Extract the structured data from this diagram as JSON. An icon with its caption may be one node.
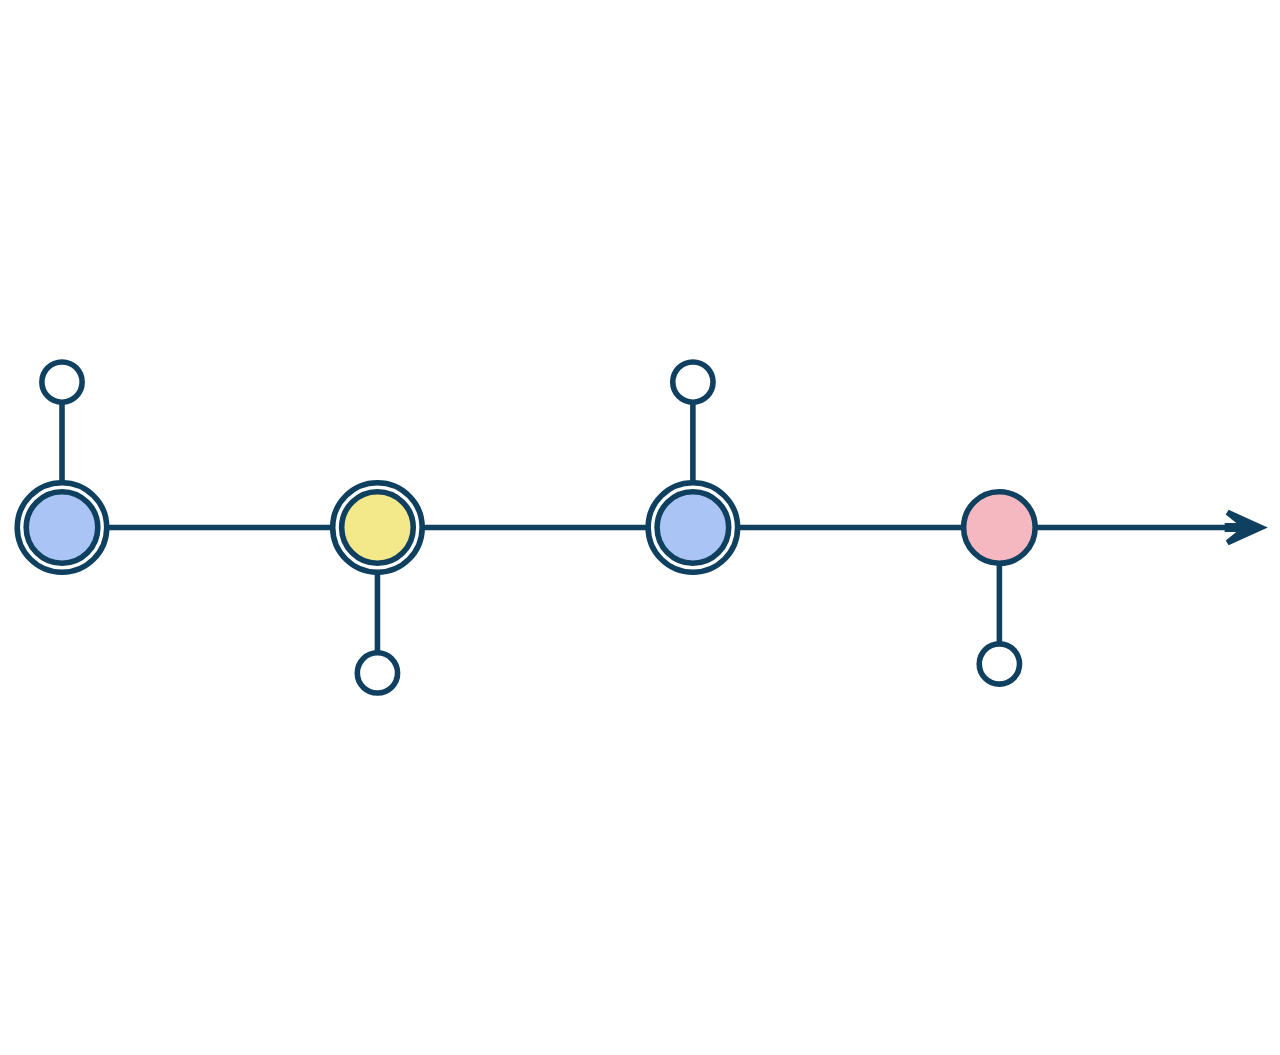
{
  "diagram": {
    "nodes": [
      {
        "text": [],
        "shape": "circle"
      },
      {
        "text": [],
        "shape": "circle"
      },
      {
        "text": [],
        "shape": "circle"
      },
      {
        "text": [],
        "shape": "circle"
      },
      {
        "text": [],
        "shape": "circle"
      },
      {
        "text": [],
        "shape": "circle"
      },
      {
        "text": [],
        "shape": "circle"
      },
      {
        "text": [],
        "shape": "circle"
      }
    ],
    "edges": [
      {
        "from": 0,
        "to": 1,
        "arrow": "none"
      },
      {
        "from": 1,
        "to": 2,
        "arrow": "none"
      },
      {
        "from": 2,
        "to": 3,
        "arrow": "none"
      },
      {
        "from": 3,
        "to": null,
        "arrow": "to"
      },
      {
        "from": 4,
        "to": 0,
        "arrow": "none"
      },
      {
        "from": 1,
        "to": 5,
        "arrow": "none"
      },
      {
        "from": 6,
        "to": 2,
        "arrow": "none"
      },
      {
        "from": 3,
        "to": 7,
        "arrow": "none"
      }
    ]
  }
}
